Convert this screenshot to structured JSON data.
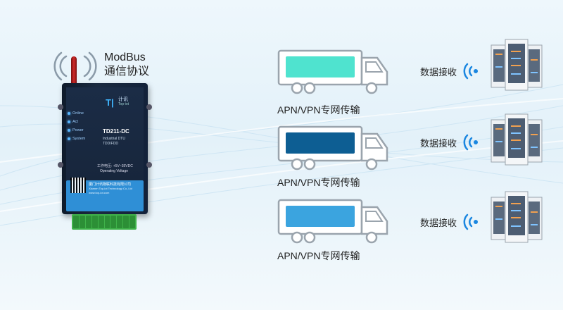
{
  "protocol": {
    "line1": "ModBus",
    "line2": "通信协议"
  },
  "device": {
    "brand": "计讯",
    "brand_en": "Top-iot",
    "model": "TD211-DC",
    "model_sub1": "Industrial DTU",
    "model_sub2": "TDD/FDD",
    "leds": [
      "Online",
      "Act",
      "Power",
      "System"
    ],
    "voltage_cn": "工作电压: +5V~35VDC",
    "voltage_en": "Operating Voltage",
    "company_cn": "厦门计讯物联科技有限公司",
    "company_en": "Xiamen Top-iot Technology Co.,Ltd",
    "website": "www.top-iot.com"
  },
  "channels": [
    {
      "transport": "APN/VPN专网传输",
      "receive": "数据接收",
      "cargo_color": "#4fe3cf"
    },
    {
      "transport": "APN/VPN专网传输",
      "receive": "数据接收",
      "cargo_color": "#0d5e93"
    },
    {
      "transport": "APN/VPN专网传输",
      "receive": "数据接收",
      "cargo_color": "#3ba4df"
    }
  ],
  "colors": {
    "accent": "#1f8fe0",
    "signal": "#1a86e0",
    "device_blue": "#2f8fd6",
    "terminal_green": "#3fb24a"
  }
}
